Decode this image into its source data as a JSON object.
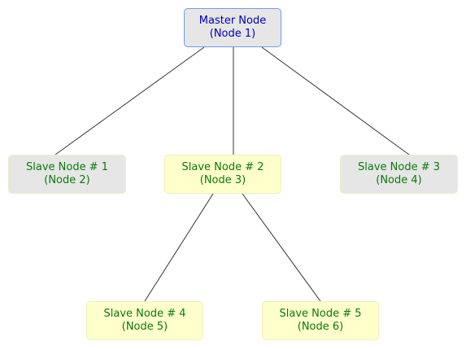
{
  "nodes": {
    "master": {
      "line1": "Master Node",
      "line2": "(Node 1)"
    },
    "slave1": {
      "line1": "Slave Node # 1",
      "line2": "(Node 2)"
    },
    "slave2": {
      "line1": "Slave Node # 2",
      "line2": "(Node 3)"
    },
    "slave3": {
      "line1": "Slave Node # 3",
      "line2": "(Node 4)"
    },
    "slave4": {
      "line1": "Slave Node # 4",
      "line2": "(Node 5)"
    },
    "slave5": {
      "line1": "Slave Node # 5",
      "line2": "(Node 6)"
    }
  },
  "edges": [
    [
      "master",
      "slave1"
    ],
    [
      "master",
      "slave2"
    ],
    [
      "master",
      "slave3"
    ],
    [
      "slave2",
      "slave4"
    ],
    [
      "slave2",
      "slave5"
    ]
  ],
  "colors": {
    "master_text": "#0000b8",
    "slave_text": "#0a7a0a",
    "gray_fill": "#e6e6e6",
    "yellow_fill": "#ffffcc",
    "master_border": "#6f9ee6"
  }
}
